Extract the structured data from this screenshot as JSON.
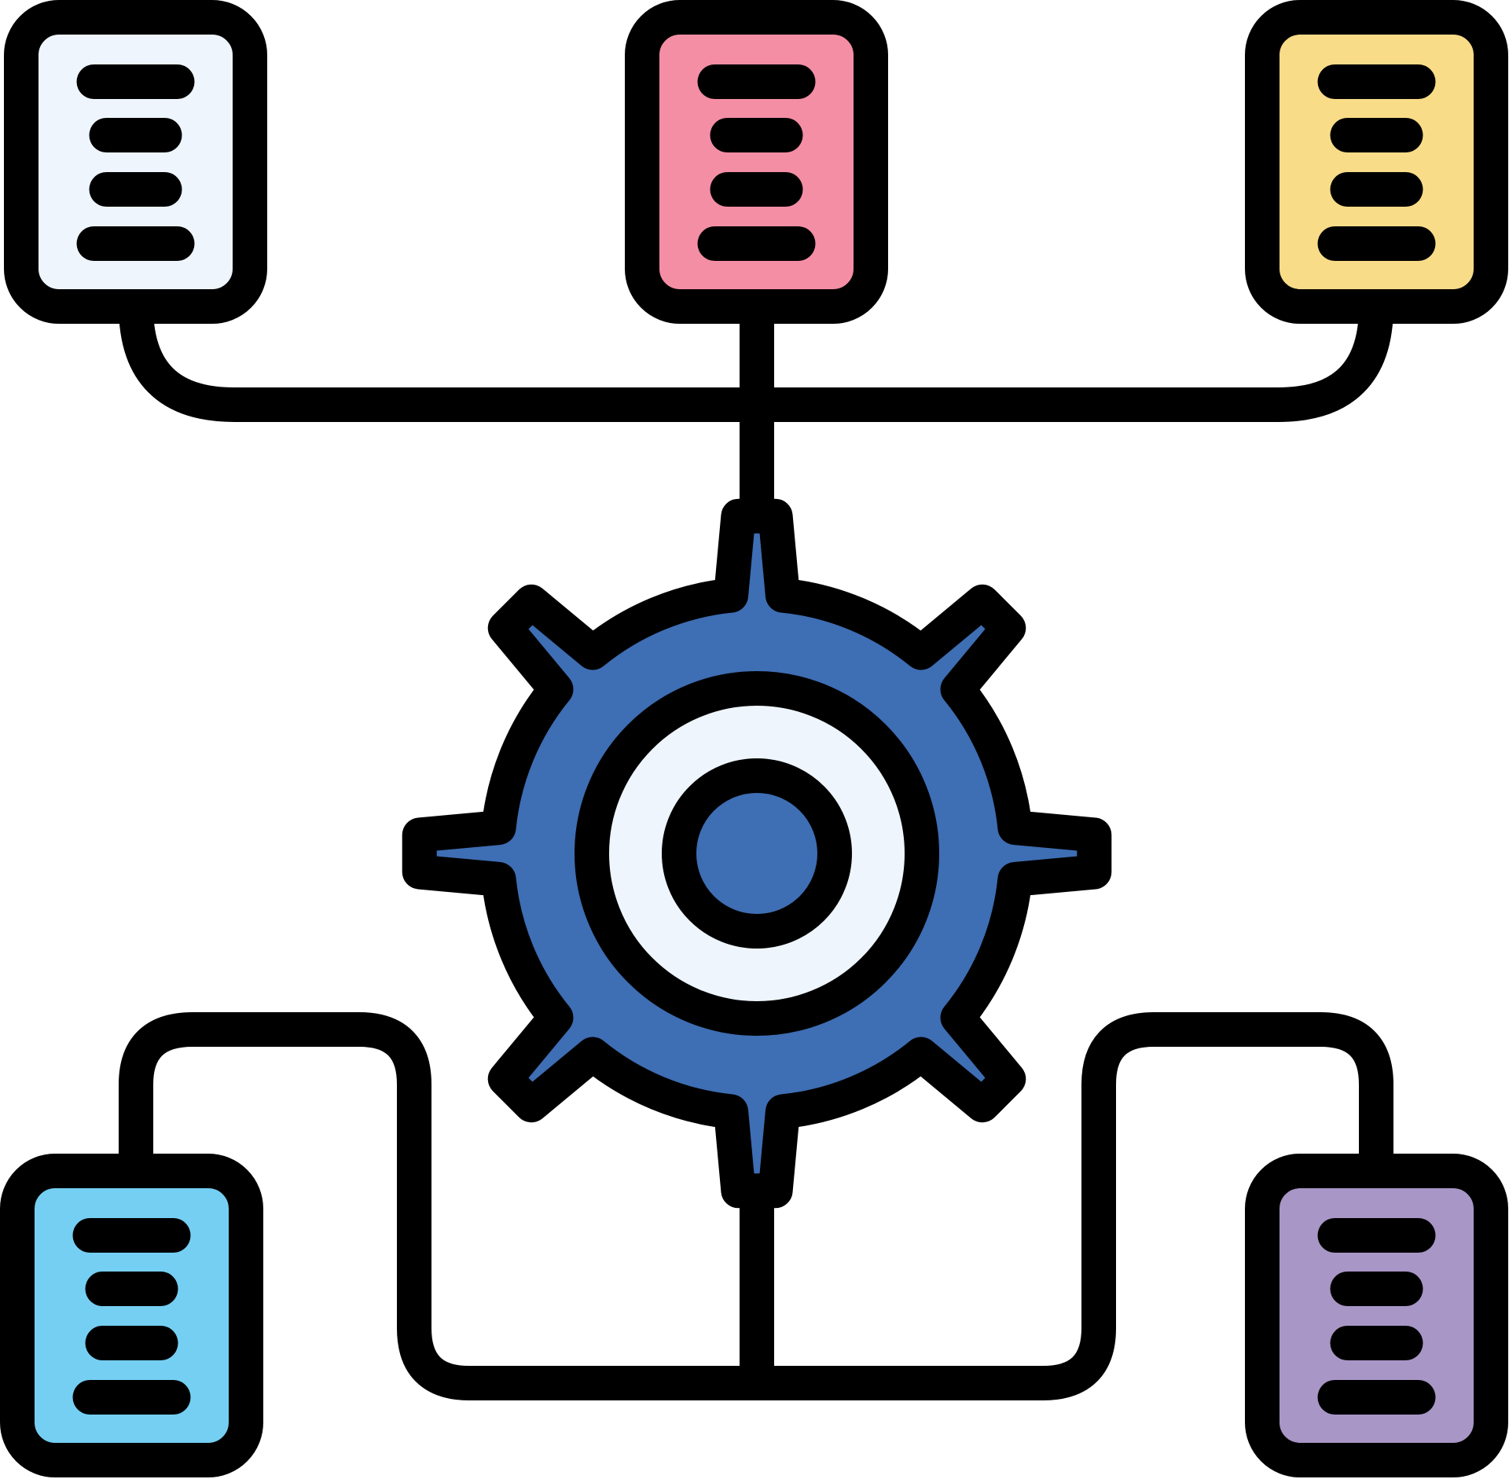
{
  "colors": {
    "outline": "#000000",
    "background": "#ffffff",
    "gear": "#3e6eb4",
    "gear_inner": "#eef5fd",
    "doc_top_left": "#eef5fd",
    "doc_top_center": "#f48ea5",
    "doc_top_right": "#f9dc88",
    "doc_bottom_left": "#75cff2",
    "doc_bottom_right": "#a896c6"
  },
  "nodes": [
    {
      "id": "doc-top-left",
      "icon": "document-icon",
      "color_key": "doc_top_left"
    },
    {
      "id": "doc-top-center",
      "icon": "document-icon",
      "color_key": "doc_top_center"
    },
    {
      "id": "doc-top-right",
      "icon": "document-icon",
      "color_key": "doc_top_right"
    },
    {
      "id": "doc-bottom-left",
      "icon": "document-icon",
      "color_key": "doc_bottom_left"
    },
    {
      "id": "doc-bottom-right",
      "icon": "document-icon",
      "color_key": "doc_bottom_right"
    },
    {
      "id": "center-gear",
      "icon": "gear-icon",
      "color_key": "gear"
    }
  ],
  "edges": [
    {
      "from": "doc-top-left",
      "to": "center-gear"
    },
    {
      "from": "doc-top-center",
      "to": "center-gear"
    },
    {
      "from": "doc-top-right",
      "to": "center-gear"
    },
    {
      "from": "center-gear",
      "to": "doc-bottom-left"
    },
    {
      "from": "center-gear",
      "to": "doc-bottom-right"
    }
  ]
}
